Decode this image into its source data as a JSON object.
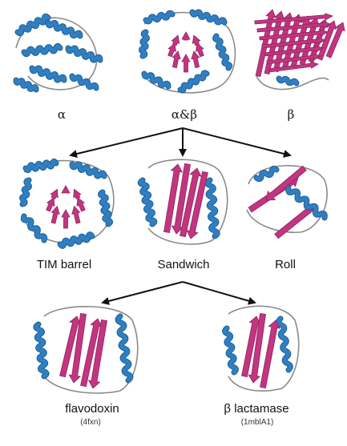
{
  "colors": {
    "helix": "#2f7fc1",
    "helix_dark": "#1d5f98",
    "strand": "#c2357f",
    "strand_dark": "#8f2360",
    "loop": "#8a8a8a",
    "arrow": "#111111"
  },
  "top_row": {
    "alpha_label": "α",
    "alpha_beta_label": "α&β",
    "beta_label": "β"
  },
  "middle_row": {
    "tim_barrel_label": "TIM barrel",
    "sandwich_label": "Sandwich",
    "roll_label": "Roll"
  },
  "bottom_row": {
    "flavodoxin_label": "flavodoxin",
    "flavodoxin_code": "(4fxn)",
    "lactamase_label": "β lactamase",
    "lactamase_code": "(1mblA1)"
  }
}
